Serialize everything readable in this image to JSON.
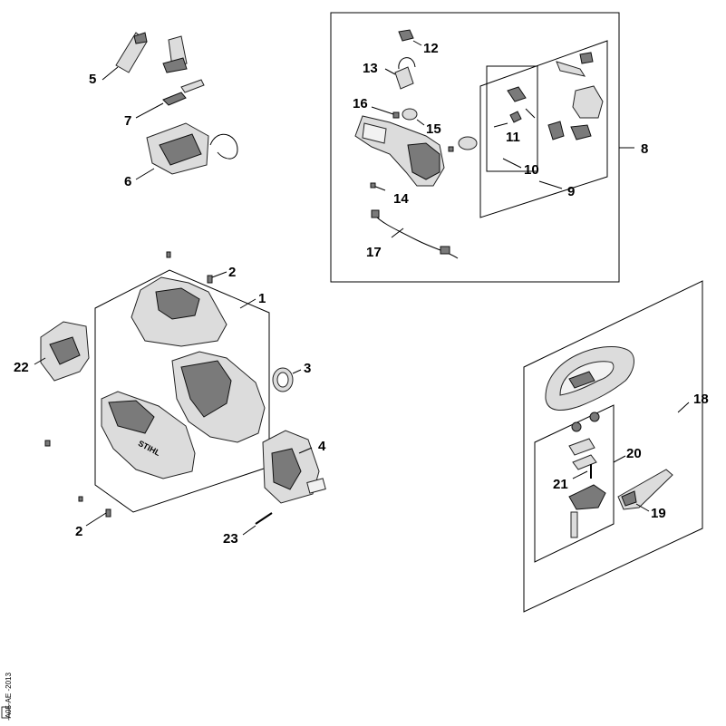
{
  "labels": {
    "l1": "1",
    "l2a": "2",
    "l2b": "2",
    "l3": "3",
    "l4": "4",
    "l5": "5",
    "l6": "6",
    "l7": "7",
    "l8": "8",
    "l9": "9",
    "l10": "10",
    "l11": "11",
    "l12": "12",
    "l13": "13",
    "l14": "14",
    "l15": "15",
    "l16": "16",
    "l17": "17",
    "l18": "18",
    "l19": "19",
    "l20": "20",
    "l21": "21",
    "l22": "22",
    "l23": "23"
  },
  "brand_mark": "STIHL",
  "side_code": "-A05-AE -2013"
}
